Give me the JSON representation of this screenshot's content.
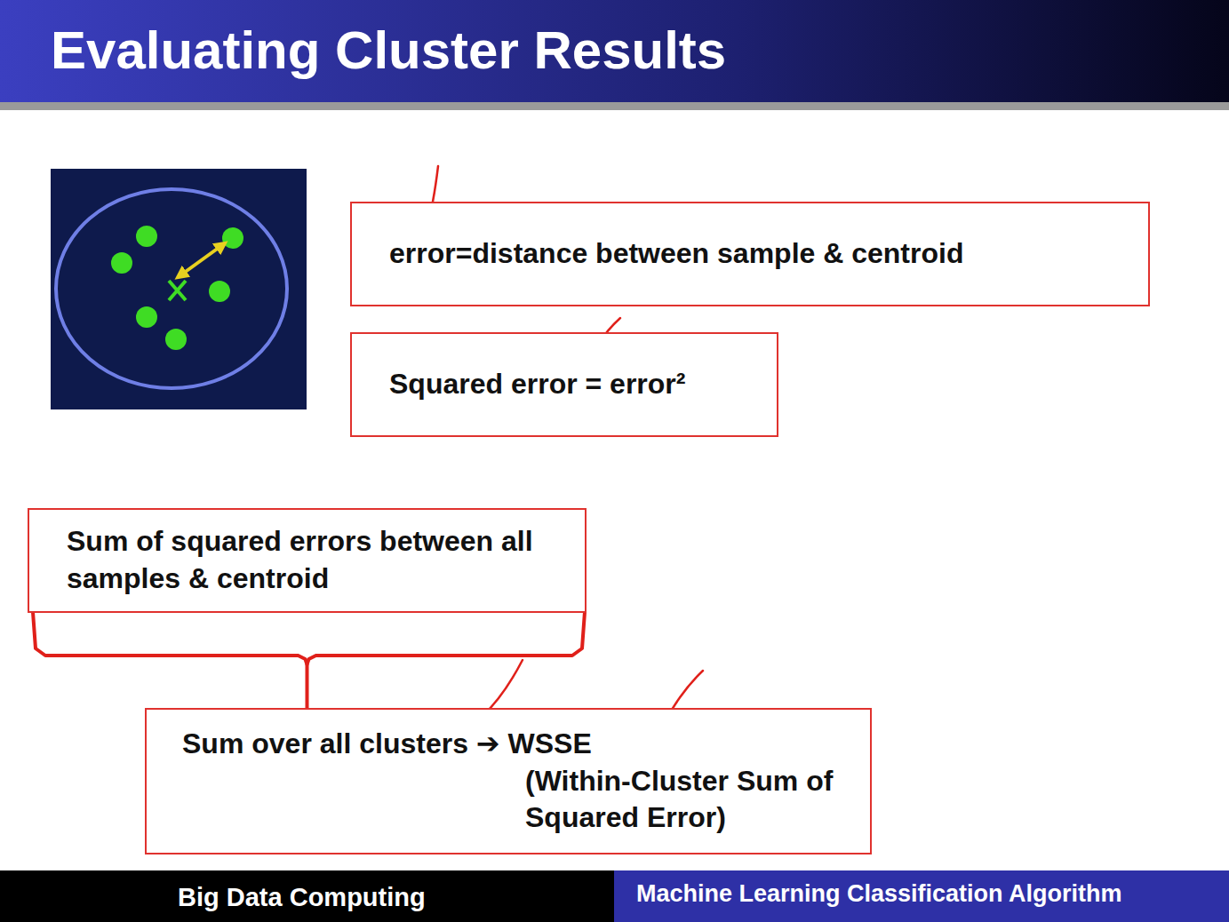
{
  "diagram": {
    "title": "Evaluating Cluster Results",
    "nodes": [
      {
        "text": [
          "error=distance between sample & centroid"
        ]
      },
      {
        "text": [
          "Squared error = error²"
        ]
      },
      {
        "text": [
          "Sum of squared errors between all samples & centroid"
        ]
      },
      {
        "text": [
          "Sum over all clusters ➔ WSSE",
          "(Within-Cluster Sum of Squared Error)"
        ]
      }
    ],
    "edges": [
      {
        "from": 2,
        "to": 3,
        "arrow": "none"
      }
    ],
    "labels": [
      "Big Data Computing",
      "Machine Learning Classification Algorithm"
    ]
  }
}
